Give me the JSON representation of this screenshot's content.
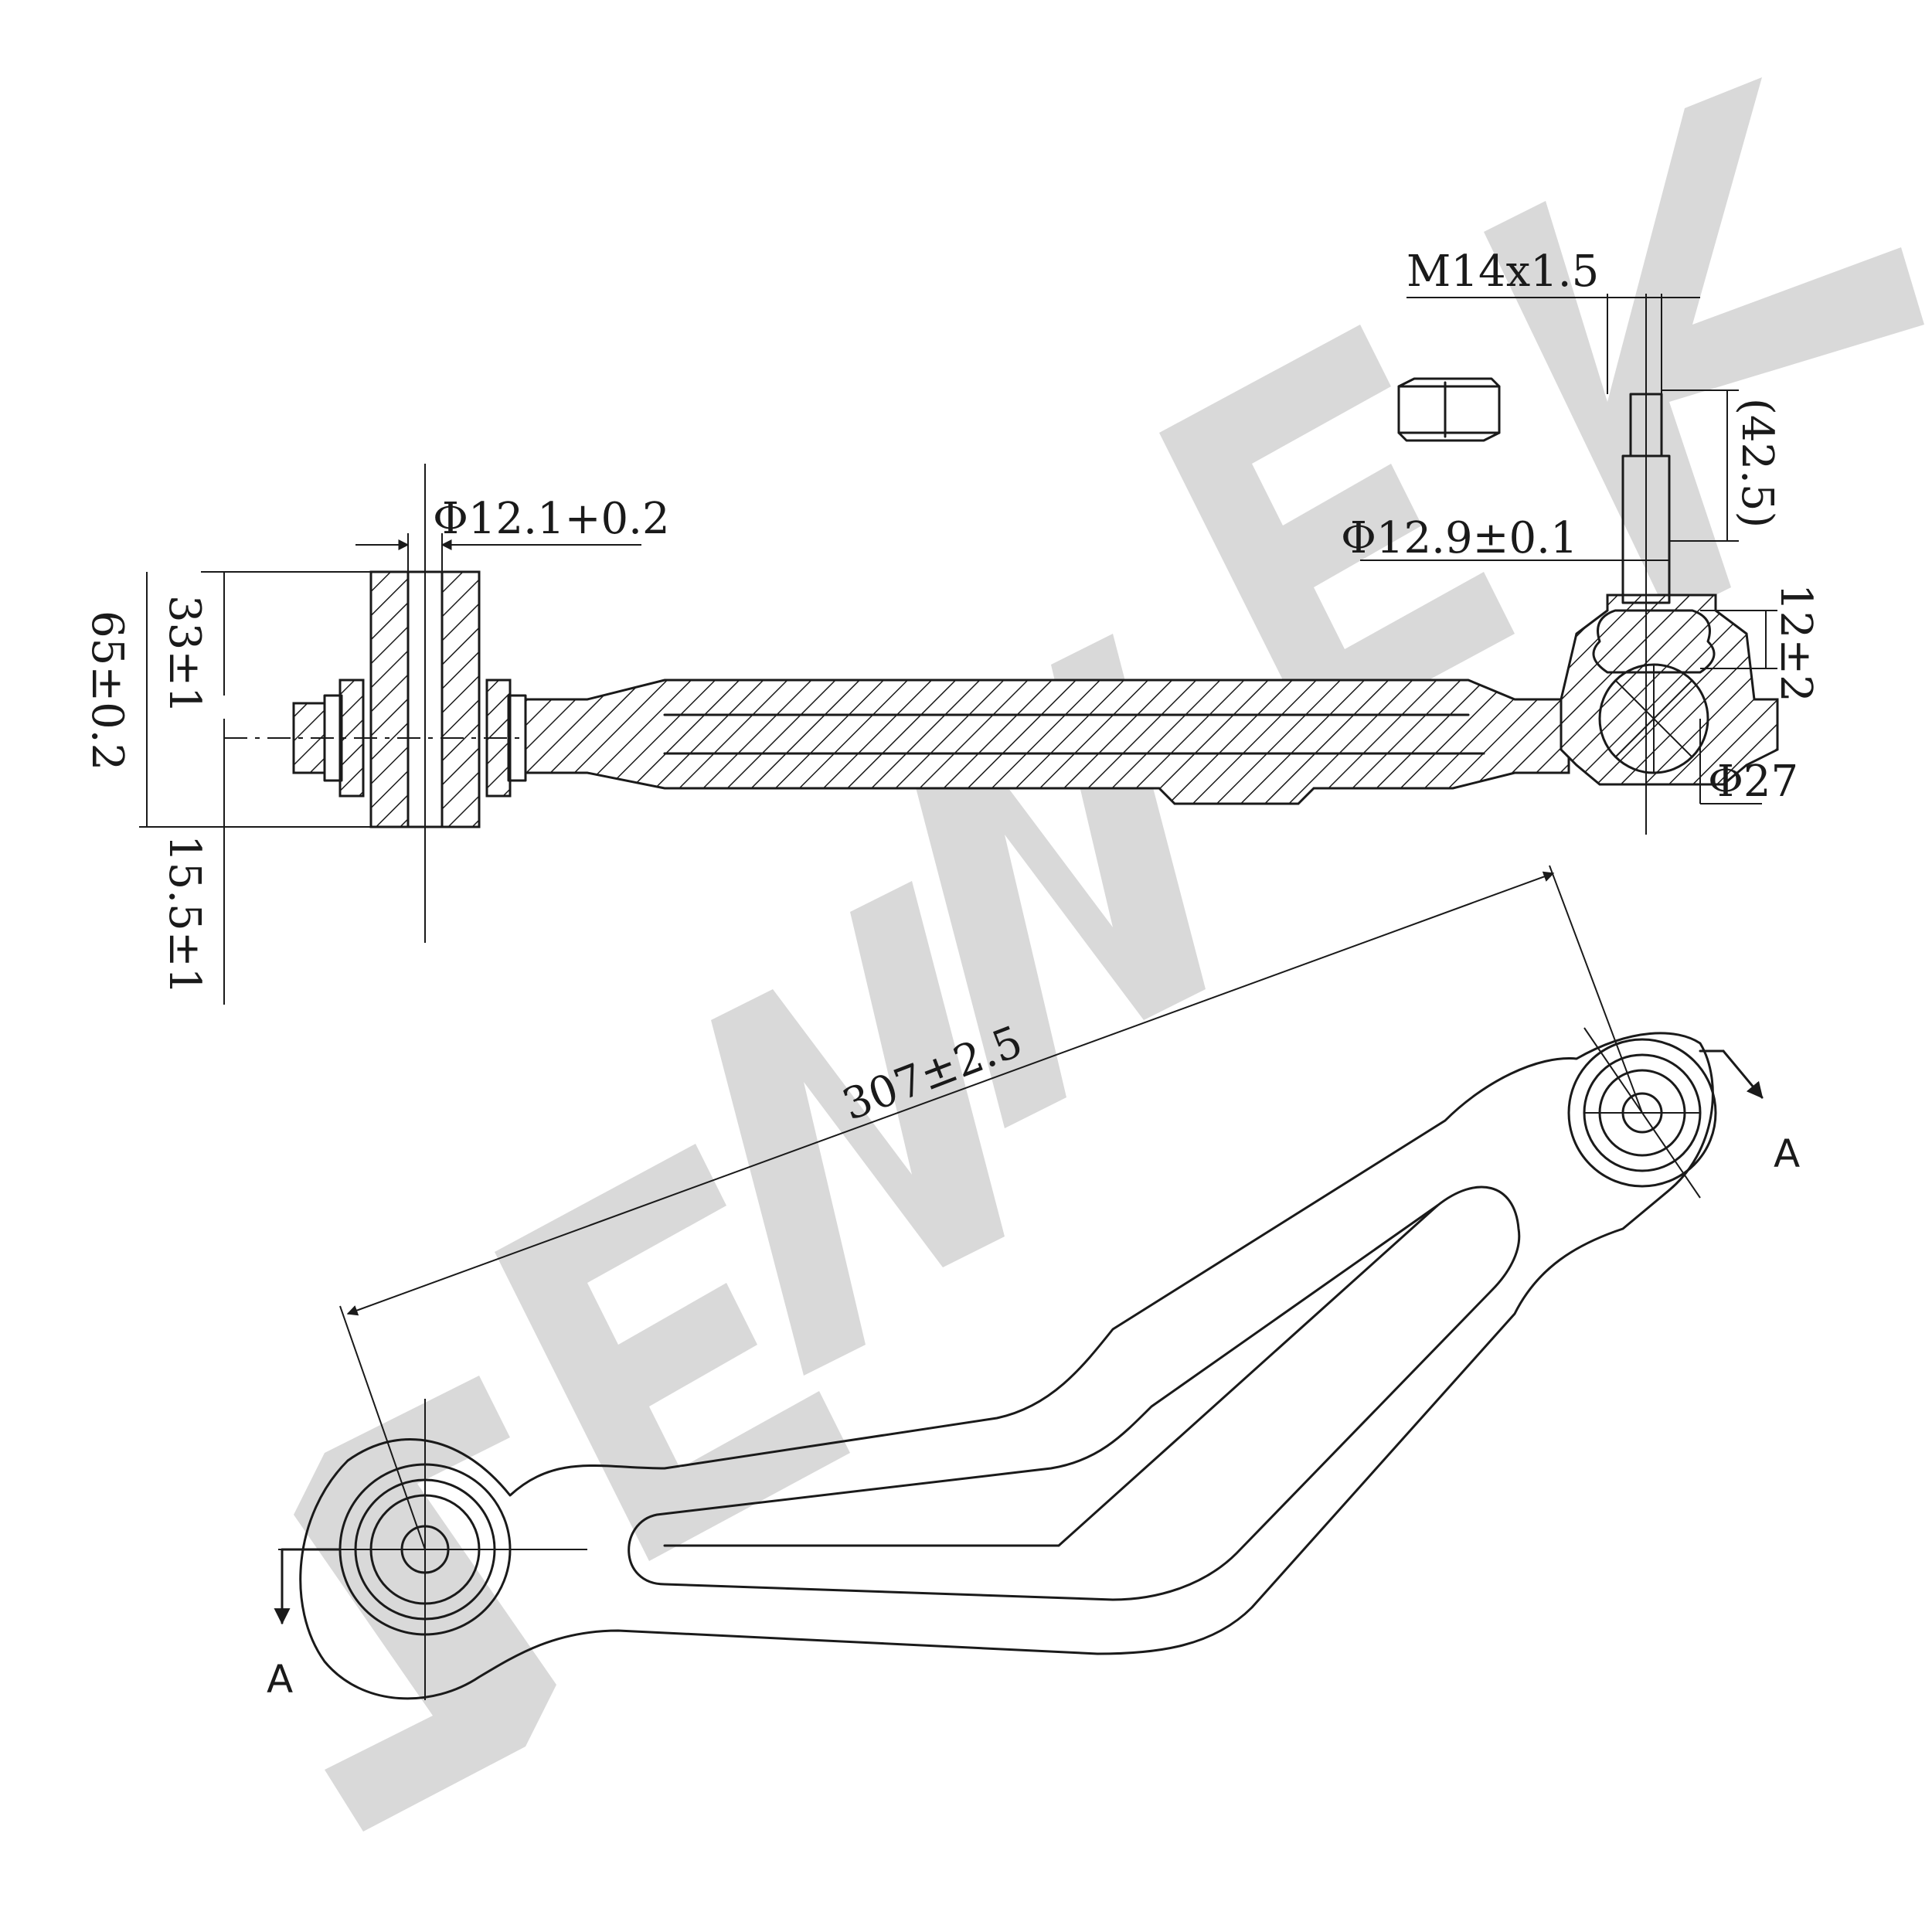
{
  "watermark": "ZENNEK",
  "dimensions": {
    "bore_diameter": "Φ12.1+0.2",
    "bushing_height_upper": "33±1",
    "bushing_height_total": "65±0.2",
    "bushing_height_lower": "15.5±1",
    "thread": "M14x1.5",
    "stud_length": "(42.5)",
    "stud_diameter": "Φ12.9±0.1",
    "ball_height": "12±2",
    "ball_diameter": "Φ27",
    "center_distance": "307±2.5"
  },
  "section_labels": {
    "left": "A",
    "right": "A"
  }
}
